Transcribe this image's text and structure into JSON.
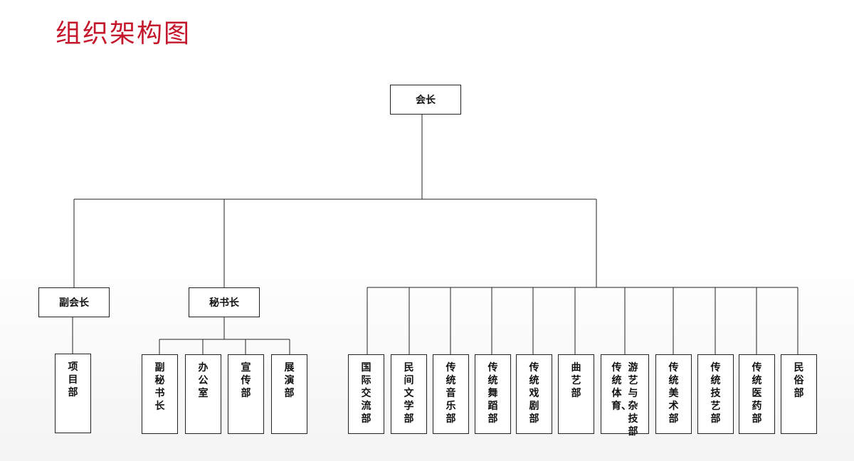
{
  "title": "组织架构图",
  "org": {
    "root": "会长",
    "vice_president": "副会长",
    "secretary_general": "秘书长",
    "vice_children": [
      "项目部"
    ],
    "secretary_children": [
      "副秘书长",
      "办公室",
      "宣传部",
      "展演部"
    ],
    "departments": [
      "国际交流部",
      "民间文学部",
      "传统音乐部",
      "传统舞蹈部",
      "传统戏剧部",
      "曲艺部",
      "传统体育、",
      "游艺与杂技部",
      "传统美术部",
      "传统技艺部",
      "传统医药部",
      "民俗部"
    ]
  }
}
